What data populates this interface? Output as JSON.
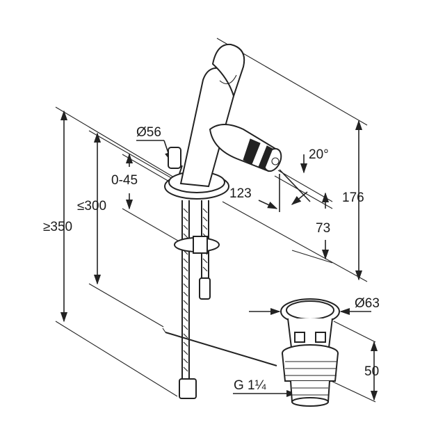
{
  "dimensions": {
    "d56": "Ø56",
    "range": "0-45",
    "max300": "≤300",
    "min350": "≥350",
    "len123": "123",
    "angle": "20°",
    "h176": "176",
    "h73": "73",
    "d63": "Ø63",
    "h50": "50",
    "thread": "G 1¼"
  }
}
